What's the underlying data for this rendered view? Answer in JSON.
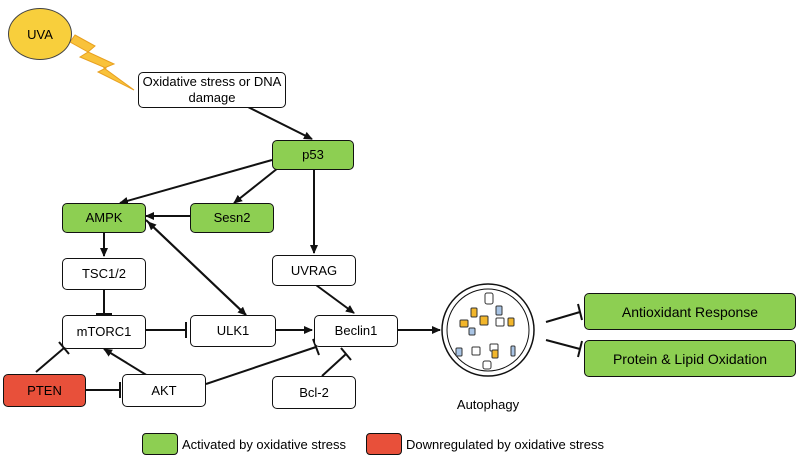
{
  "nodes": {
    "uva": "UVA",
    "oxidative_stress": "Oxidative stress or DNA damage",
    "p53": "p53",
    "ampk": "AMPK",
    "sesn2": "Sesn2",
    "tsc": "TSC1/2",
    "uvrag": "UVRAG",
    "mtorc1": "mTORC1",
    "ulk1": "ULK1",
    "beclin1": "Beclin1",
    "pten": "PTEN",
    "akt": "AKT",
    "bcl2": "Bcl-2",
    "autophagy": "Autophagy",
    "antioxidant": "Antioxidant Response",
    "oxidation": "Protein & Lipid Oxidation"
  },
  "legend": {
    "activated": "Activated by oxidative stress",
    "downregulated": "Downregulated by oxidative stress"
  },
  "colors": {
    "activated": "#8dcf52",
    "downregulated": "#e8503a",
    "sun": "#f8cf3c",
    "lightning": "#f9c23a",
    "vesicle_yellow": "#f2b62b",
    "vesicle_blue": "#a9c4e4"
  }
}
